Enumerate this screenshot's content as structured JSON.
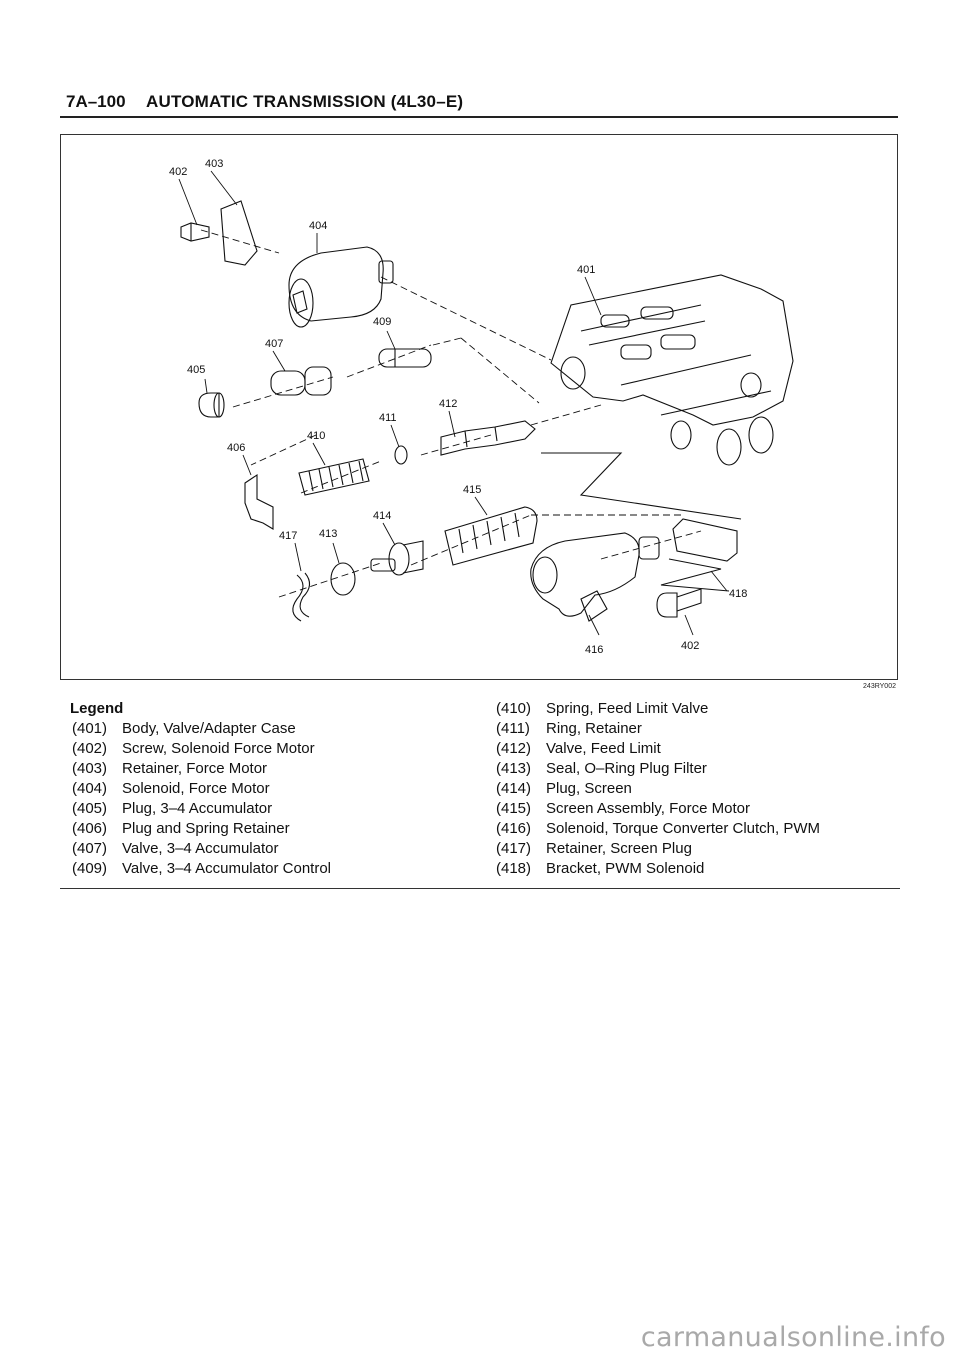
{
  "header": {
    "page_number": "7A–100",
    "section_title": "AUTOMATIC TRANSMISSION (4L30–E)"
  },
  "figure": {
    "code": "243RY002",
    "callouts": {
      "c402a": "402",
      "c403": "403",
      "c404": "404",
      "c401": "401",
      "c409": "409",
      "c407": "407",
      "c405": "405",
      "c411": "411",
      "c412": "412",
      "c410": "410",
      "c406": "406",
      "c415": "415",
      "c414": "414",
      "c417": "417",
      "c413": "413",
      "c418": "418",
      "c416": "416",
      "c402b": "402"
    }
  },
  "legend": {
    "heading": "Legend",
    "left": [
      {
        "num": "(401)",
        "text": "Body, Valve/Adapter Case"
      },
      {
        "num": "(402)",
        "text": "Screw, Solenoid Force Motor"
      },
      {
        "num": "(403)",
        "text": "Retainer, Force Motor"
      },
      {
        "num": "(404)",
        "text": "Solenoid, Force Motor"
      },
      {
        "num": "(405)",
        "text": "Plug, 3–4 Accumulator"
      },
      {
        "num": "(406)",
        "text": "Plug and Spring Retainer"
      },
      {
        "num": "(407)",
        "text": "Valve, 3–4 Accumulator"
      },
      {
        "num": "(409)",
        "text": "Valve, 3–4 Accumulator Control"
      }
    ],
    "right": [
      {
        "num": "(410)",
        "text": "Spring, Feed Limit Valve"
      },
      {
        "num": "(411)",
        "text": "Ring, Retainer"
      },
      {
        "num": "(412)",
        "text": "Valve, Feed Limit"
      },
      {
        "num": "(413)",
        "text": "Seal, O–Ring Plug Filter"
      },
      {
        "num": "(414)",
        "text": "Plug, Screen"
      },
      {
        "num": "(415)",
        "text": "Screen Assembly, Force Motor"
      },
      {
        "num": "(416)",
        "text": "Solenoid, Torque Converter Clutch, PWM"
      },
      {
        "num": "(417)",
        "text": "Retainer, Screen Plug"
      },
      {
        "num": "(418)",
        "text": "Bracket, PWM Solenoid"
      }
    ]
  },
  "watermark": "carmanualsonline.info"
}
